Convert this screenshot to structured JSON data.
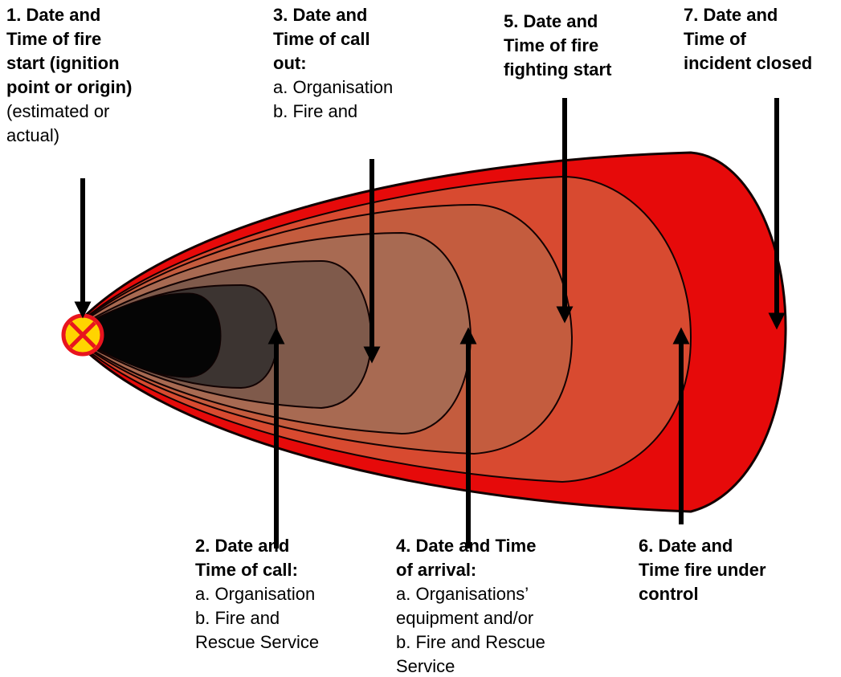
{
  "colors": {
    "ring7": "#e60a0a",
    "ring6": "#d84a30",
    "ring5": "#c45c3e",
    "ring4": "#a86a52",
    "ring3": "#7f5a4b",
    "ring2": "#3c3431",
    "ring1": "#050505",
    "outline": "#120202",
    "arrow": "#000000",
    "ignition_fill": "#ffd400",
    "ignition_ring": "#e8141e"
  },
  "icons": {
    "ignition": "ignition-point-icon"
  },
  "labels": [
    {
      "id": 1,
      "title": "1. Date and\nTime of fire\nstart (ignition\npoint or origin)",
      "items": [
        "(estimated or",
        "actual)"
      ]
    },
    {
      "id": 2,
      "title": "2. Date and\nTime of call:",
      "items": [
        "a. Organisation",
        "b. Fire and",
        "Rescue Service"
      ]
    },
    {
      "id": 3,
      "title": "3. Date and\nTime of call\nout:",
      "items": [
        "a. Organisation",
        "b. Fire and"
      ]
    },
    {
      "id": 4,
      "title": "4. Date and Time\nof arrival:",
      "items": [
        "a. Organisations’",
        "equipment and/or",
        "b. Fire and Rescue",
        "Service"
      ]
    },
    {
      "id": 5,
      "title": "5. Date and\nTime of fire\nfighting start",
      "items": []
    },
    {
      "id": 6,
      "title": "6. Date and\nTime fire under\ncontrol",
      "items": []
    },
    {
      "id": 7,
      "title": "7. Date and\nTime of\nincident closed",
      "items": []
    }
  ]
}
